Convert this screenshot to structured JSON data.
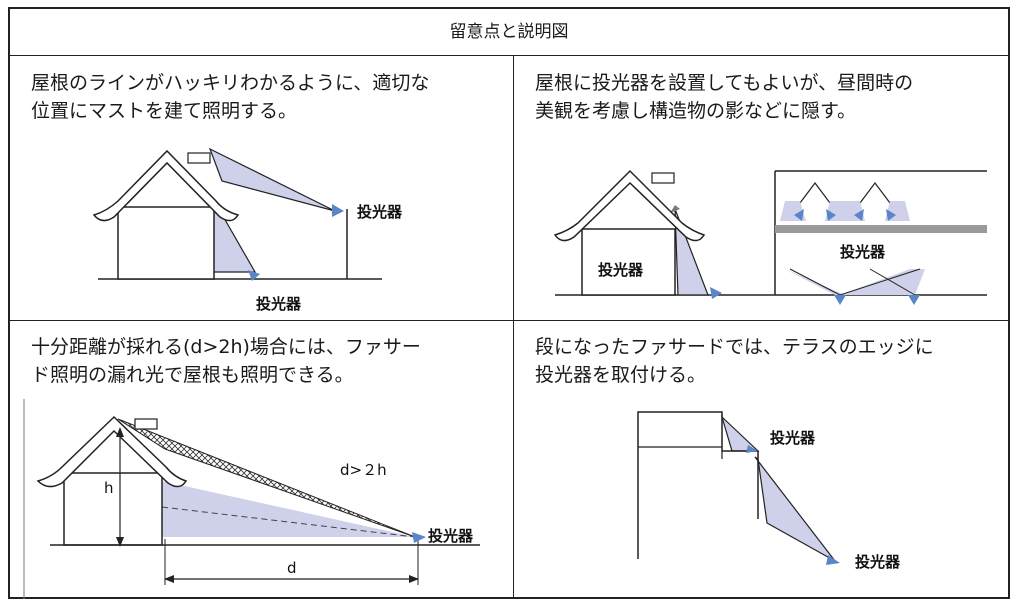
{
  "header": {
    "title": "留意点と説明図"
  },
  "cells": [
    {
      "text_line1": "屋根のラインがハッキリわかるように、適切な",
      "text_line2": "位置にマストを建て照明する。",
      "labels": [
        "投光器",
        "投光器"
      ]
    },
    {
      "text_line1": "屋根に投光器を設置してもよいが、昼間時の",
      "text_line2": "美観を考慮し構造物の影などに隠す。",
      "labels": [
        "投光器",
        "投光器"
      ]
    },
    {
      "text_line1": "十分距離が採れる(d>2h)場合には、ファサー",
      "text_line2": "ド照明の漏れ光で屋根も照明できる。",
      "labels": [
        "投光器"
      ],
      "annotations": {
        "condition": "d>２h",
        "height": "h",
        "distance": "d"
      }
    },
    {
      "text_line1": "段になったファサードでは、テラスのエッジに",
      "text_line2": "投光器を取付ける。",
      "labels": [
        "投光器",
        "投光器"
      ]
    }
  ],
  "colors": {
    "beam_fill": "#cfd0ea",
    "lamp": "#5a86c7",
    "line": "#222222"
  },
  "icons": {
    "lamp": "lamp-triangle-icon"
  }
}
